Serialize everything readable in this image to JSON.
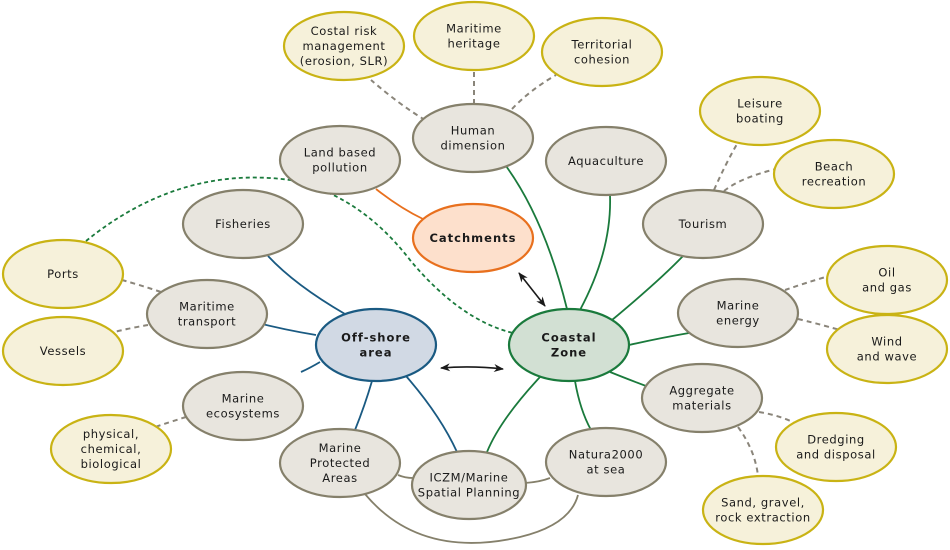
{
  "diagram": {
    "title": "",
    "colors": {
      "topic_fill": "#e8e5de",
      "topic_stroke": "#85806b",
      "sub_fill": "#f6f1da",
      "sub_stroke": "#c9b314",
      "coastal_fill": "#d2e0d3",
      "coastal_stroke": "#1a7a3c",
      "offshore_fill": "#d1d9e4",
      "offshore_stroke": "#1a5a82",
      "catch_fill": "#fde0cc",
      "catch_stroke": "#e8701e",
      "green_link": "#1a7a3c",
      "blue_link": "#1a5a82",
      "orange_link": "#e8701e",
      "dashed_link": "#8a857a",
      "arrow": "#1a1a1a"
    },
    "nodes": [
      {
        "id": "coastal",
        "type": "hub-coastal",
        "lines": [
          "Coastal",
          "Zone"
        ]
      },
      {
        "id": "offshore",
        "type": "hub-offshore",
        "lines": [
          "Off-shore",
          "area"
        ]
      },
      {
        "id": "catchments",
        "type": "hub-catchments",
        "lines": [
          "Catchments"
        ]
      },
      {
        "id": "human",
        "type": "topic",
        "lines": [
          "Human",
          "dimension"
        ]
      },
      {
        "id": "aquaculture",
        "type": "topic",
        "lines": [
          "Aquaculture"
        ]
      },
      {
        "id": "tourism",
        "type": "topic",
        "lines": [
          "Tourism"
        ]
      },
      {
        "id": "menergy",
        "type": "topic",
        "lines": [
          "Marine",
          "energy"
        ]
      },
      {
        "id": "aggregate",
        "type": "topic",
        "lines": [
          "Aggregate",
          "materials"
        ]
      },
      {
        "id": "natura",
        "type": "topic",
        "lines": [
          "Natura2000",
          "at sea"
        ]
      },
      {
        "id": "iczm",
        "type": "topic",
        "lines": [
          "ICZM/Marine",
          "Spatial Planning"
        ]
      },
      {
        "id": "mpa",
        "type": "topic",
        "lines": [
          "Marine",
          "Protected",
          "Areas"
        ]
      },
      {
        "id": "mecosys",
        "type": "topic",
        "lines": [
          "Marine",
          "ecosystems"
        ]
      },
      {
        "id": "mtransport",
        "type": "topic",
        "lines": [
          "Maritime",
          "transport"
        ]
      },
      {
        "id": "fisheries",
        "type": "topic",
        "lines": [
          "Fisheries"
        ]
      },
      {
        "id": "landpoll",
        "type": "topic",
        "lines": [
          "Land based",
          "pollution"
        ]
      },
      {
        "id": "costal",
        "type": "sub",
        "lines": [
          "Costal risk",
          "management",
          "(erosion, SLR)"
        ]
      },
      {
        "id": "heritage",
        "type": "sub",
        "lines": [
          "Maritime",
          "heritage"
        ]
      },
      {
        "id": "territorial",
        "type": "sub",
        "lines": [
          "Territorial",
          "cohesion"
        ]
      },
      {
        "id": "leisure",
        "type": "sub",
        "lines": [
          "Leisure",
          "boating"
        ]
      },
      {
        "id": "beach",
        "type": "sub",
        "lines": [
          "Beach",
          "recreation"
        ]
      },
      {
        "id": "oil",
        "type": "sub",
        "lines": [
          "Oil",
          "and gas"
        ]
      },
      {
        "id": "wind",
        "type": "sub",
        "lines": [
          "Wind",
          "and wave"
        ]
      },
      {
        "id": "dredging",
        "type": "sub",
        "lines": [
          "Dredging",
          "and disposal"
        ]
      },
      {
        "id": "sand",
        "type": "sub",
        "lines": [
          "Sand, gravel,",
          "rock extraction"
        ]
      },
      {
        "id": "physical",
        "type": "sub",
        "lines": [
          "physical,",
          "chemical,",
          "biological"
        ]
      },
      {
        "id": "ports",
        "type": "sub",
        "lines": [
          "Ports"
        ]
      },
      {
        "id": "vessels",
        "type": "sub",
        "lines": [
          "Vessels"
        ]
      }
    ],
    "edges": [
      {
        "from": "coastal",
        "to": "human",
        "style": "green"
      },
      {
        "from": "coastal",
        "to": "aquaculture",
        "style": "green"
      },
      {
        "from": "coastal",
        "to": "tourism",
        "style": "green"
      },
      {
        "from": "coastal",
        "to": "menergy",
        "style": "green"
      },
      {
        "from": "coastal",
        "to": "aggregate",
        "style": "green"
      },
      {
        "from": "coastal",
        "to": "natura",
        "style": "green"
      },
      {
        "from": "coastal",
        "to": "iczm",
        "style": "green"
      },
      {
        "from": "offshore",
        "to": "fisheries",
        "style": "blue"
      },
      {
        "from": "offshore",
        "to": "mtransport",
        "style": "blue"
      },
      {
        "from": "offshore",
        "to": "mecosys",
        "style": "blue"
      },
      {
        "from": "offshore",
        "to": "mpa",
        "style": "blue"
      },
      {
        "from": "offshore",
        "to": "iczm",
        "style": "blue"
      },
      {
        "from": "catchments",
        "to": "landpoll",
        "style": "orange"
      },
      {
        "from": "mpa",
        "to": "iczm",
        "style": "grey"
      },
      {
        "from": "iczm",
        "to": "natura",
        "style": "grey"
      },
      {
        "from": "mpa",
        "to": "natura",
        "style": "grey"
      },
      {
        "from": "human",
        "to": "costal",
        "style": "dashed"
      },
      {
        "from": "human",
        "to": "heritage",
        "style": "dashed"
      },
      {
        "from": "human",
        "to": "territorial",
        "style": "dashed"
      },
      {
        "from": "tourism",
        "to": "leisure",
        "style": "dashed"
      },
      {
        "from": "tourism",
        "to": "beach",
        "style": "dashed"
      },
      {
        "from": "menergy",
        "to": "oil",
        "style": "dashed"
      },
      {
        "from": "menergy",
        "to": "wind",
        "style": "dashed"
      },
      {
        "from": "aggregate",
        "to": "dredging",
        "style": "dashed"
      },
      {
        "from": "aggregate",
        "to": "sand",
        "style": "dashed"
      },
      {
        "from": "mecosys",
        "to": "physical",
        "style": "dashed"
      },
      {
        "from": "mtransport",
        "to": "ports",
        "style": "dashed"
      },
      {
        "from": "mtransport",
        "to": "vessels",
        "style": "dashed"
      },
      {
        "from": "ports",
        "to": "coastal",
        "style": "green-dashed"
      }
    ],
    "arrows": [
      {
        "from": "offshore",
        "to": "coastal",
        "style": "double-headed"
      },
      {
        "from": "catchments",
        "to": "coastal",
        "style": "double-headed"
      }
    ]
  }
}
